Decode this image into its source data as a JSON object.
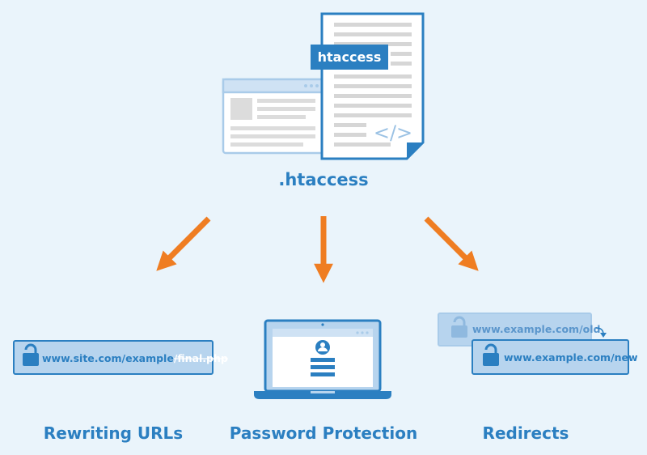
{
  "diagram": {
    "doc_tag": "htaccess",
    "center_label": ".htaccess",
    "code_glyph": "</>",
    "rewrite": {
      "url_visible": "www.site.com/example",
      "url_struck": "/final.php",
      "label": "Rewriting URLs"
    },
    "password": {
      "label": "Password Protection"
    },
    "redirects": {
      "old_url": "www.example.com/old",
      "new_url": "www.example.com/new",
      "label": "Redirects"
    },
    "icons": [
      "document-icon",
      "browser-window-icon",
      "code-icon",
      "lock-icon",
      "laptop-icon",
      "user-icon",
      "arrow-icon"
    ],
    "colors": {
      "background": "#eaf4fb",
      "primary_blue": "#2b7fc1",
      "light_blue": "#b7d4ee",
      "arrow_orange": "#ef7d22",
      "label_text": "#2b7fc1"
    }
  }
}
